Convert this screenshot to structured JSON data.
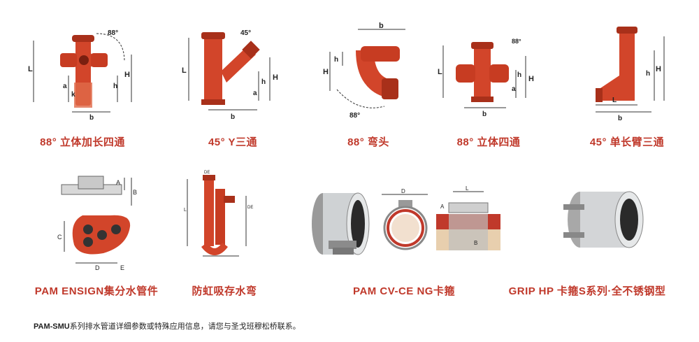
{
  "products": [
    {
      "caption": "88° 立体加长四通",
      "labels": [
        "88°",
        "L",
        "H",
        "a",
        "k",
        "h",
        "b"
      ]
    },
    {
      "caption": "45° Y三通",
      "labels": [
        "45°",
        "L",
        "H",
        "h",
        "a",
        "b"
      ]
    },
    {
      "caption": "88° 弯头",
      "labels": [
        "b",
        "h",
        "H",
        "88°"
      ]
    },
    {
      "caption": "88° 立体四通",
      "labels": [
        "88°",
        "L",
        "H",
        "h",
        "a",
        "b"
      ]
    },
    {
      "caption": "45° 单长臂三通",
      "labels": [
        "H",
        "h",
        "L",
        "b"
      ]
    },
    {
      "caption": "PAM ENSIGN集分水管件",
      "labels": [
        "A",
        "B",
        "C",
        "D",
        "E"
      ]
    },
    {
      "caption": "防虹吸存水弯",
      "labels": [
        "DE",
        "L",
        "DE"
      ]
    },
    {
      "caption": "PAM CV-CE NG卡箍",
      "labels": [
        "D",
        "L",
        "A",
        "B"
      ]
    },
    {
      "caption": "GRIP HP 卡箍S系列·全不锈钢型",
      "labels": []
    }
  ],
  "footer": {
    "bold": "PAM-SMU",
    "text": "系列排水管道详细参数或特殊应用信息，请您与圣戈班穆松桥联系。"
  },
  "colors": {
    "caption": "#c0392b",
    "pipe": "#d2452a",
    "pipe_dark": "#a8301a"
  }
}
